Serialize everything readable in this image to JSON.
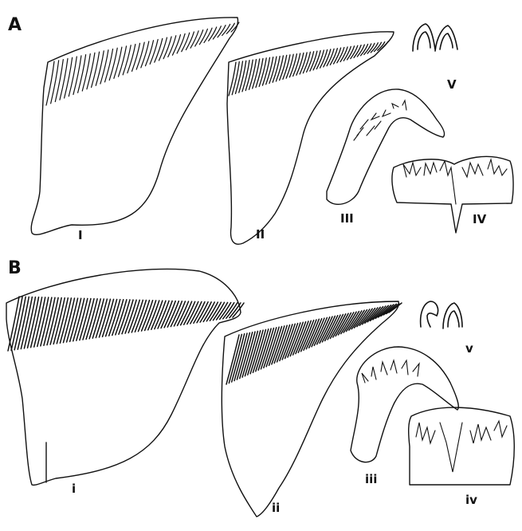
{
  "figure": {
    "panels": [
      {
        "label": "A",
        "parts": [
          "I",
          "II",
          "III",
          "IV",
          "V"
        ]
      },
      {
        "label": "B",
        "parts": [
          "i",
          "ii",
          "iii",
          "iv",
          "v"
        ]
      }
    ]
  }
}
